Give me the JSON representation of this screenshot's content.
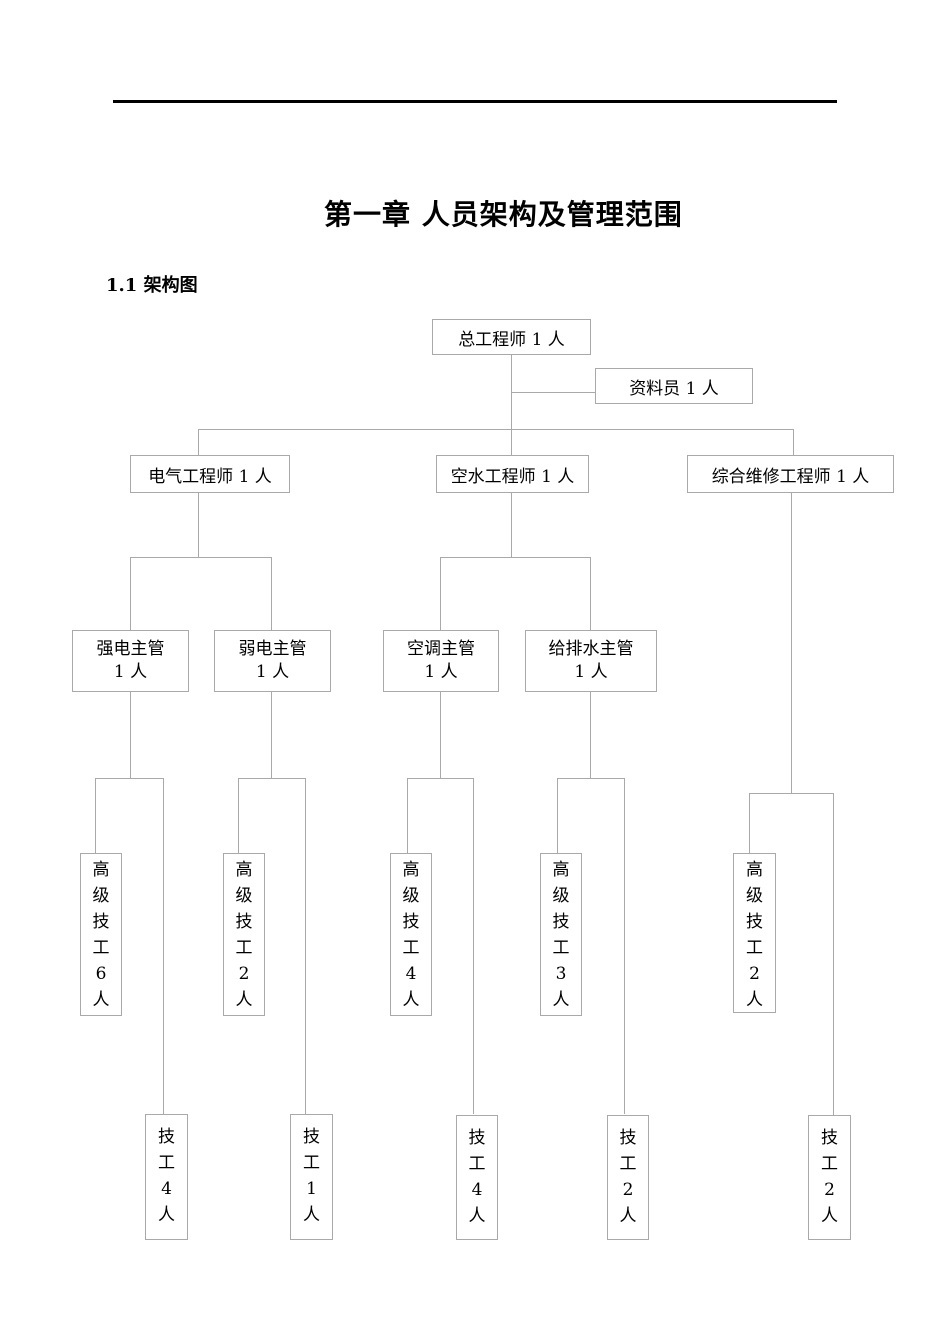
{
  "document": {
    "chapter_title": "第一章 人员架构及管理范围",
    "section_heading": "1.1 架构图"
  },
  "org_chart": {
    "type": "org-chart",
    "root": {
      "label": "总工程师 1 人"
    },
    "staff": {
      "label": "资料员 1 人"
    },
    "branches": [
      {
        "label": "电气工程师 1 人",
        "supervisors": [
          {
            "label": "强电主管",
            "count": "1 人",
            "senior_tech": "高级技工6人",
            "tech": "技工4人"
          },
          {
            "label": "弱电主管",
            "count": "1 人",
            "senior_tech": "高级技工2人",
            "tech": "技工1人"
          }
        ]
      },
      {
        "label": "空水工程师 1 人",
        "supervisors": [
          {
            "label": "空调主管",
            "count": "1 人",
            "senior_tech": "高级技工4人",
            "tech": "技工4人"
          },
          {
            "label": "给排水主管",
            "count": "1 人",
            "senior_tech": "高级技工3人",
            "tech": "技工2人"
          }
        ]
      },
      {
        "label": "综合维修工程师 1 人",
        "senior_tech": "高级技工2人",
        "tech": "技工2人"
      }
    ]
  }
}
